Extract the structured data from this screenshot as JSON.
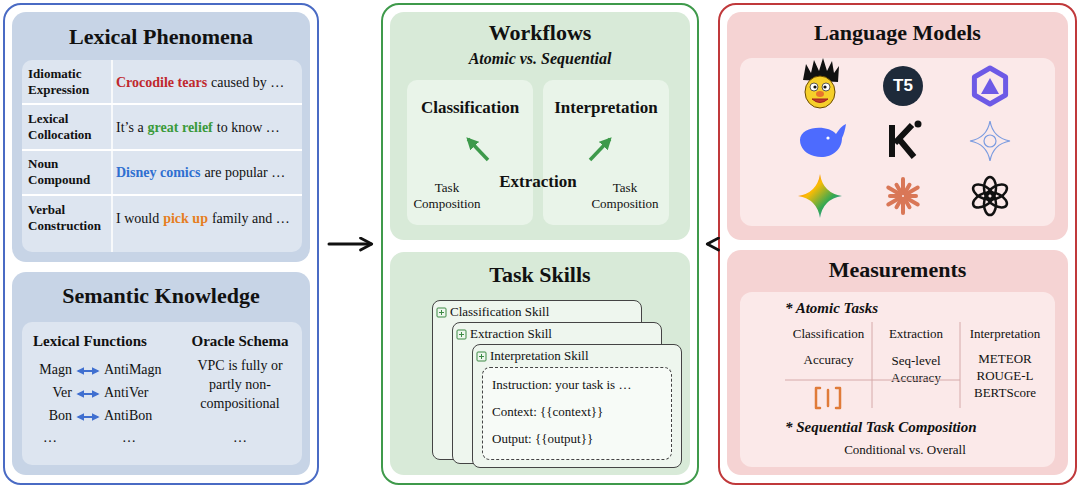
{
  "diagram": {
    "nodes": [
      {
        "text": []
      },
      {
        "text": [
          "Lexical Phenomena"
        ],
        "in": 0
      },
      {
        "text": [
          "Idiomatic Expression",
          "Crocodile tears",
          "caused by …",
          "Lexical Collocation",
          "It’s a",
          "great relief",
          "to know …",
          "Noun Compound",
          "Disney comics",
          "are popular …",
          "Verbal Construction",
          "I would",
          "pick up",
          "family and …"
        ],
        "in": 1
      },
      {
        "text": [
          "Semantic Knowledge"
        ],
        "in": 0
      },
      {
        "text": [
          "Lexical Functions",
          "Oracle Schema",
          "Magn",
          "AntiMagn",
          "Ver",
          "AntiVer",
          "Bon",
          "AntiBon",
          "…",
          "…",
          "VPC is fully or partly non-compositional",
          "…"
        ],
        "in": 3
      },
      {
        "text": []
      },
      {
        "text": [
          "Workflows",
          "Atomic vs. Sequential",
          "Extraction"
        ],
        "in": 5
      },
      {
        "text": [
          "Classification",
          "Task Composition"
        ],
        "in": 6
      },
      {
        "text": [
          "Interpretation",
          "Task Composition"
        ],
        "in": 6
      },
      {
        "text": [
          "Task Skills"
        ],
        "in": 5
      },
      {
        "text": [
          "Classification Skill"
        ],
        "in": 9
      },
      {
        "text": [
          "Extraction Skill"
        ],
        "in": 9
      },
      {
        "text": [
          "Interpretation Skill"
        ],
        "in": 9
      },
      {
        "text": [
          "Instruction: your task is …",
          "Context: {{context}}",
          "Output: {{output}}"
        ],
        "in": 12
      },
      {
        "text": []
      },
      {
        "text": [
          "Language Models"
        ],
        "in": 14
      },
      {
        "text": [
          "T5"
        ],
        "in": 15
      },
      {
        "text": [
          "Measurements"
        ],
        "in": 14
      },
      {
        "text": [
          "* Atomic Tasks",
          "Classification",
          "Extraction",
          "Interpretation",
          "Accuracy",
          "Seq-level Accuracy",
          "METEOR ROUGE-L BERTScore",
          "* Sequential Task Composition",
          "Conditional vs. Overall"
        ],
        "in": 17
      }
    ],
    "edges": [
      {
        "from": 0,
        "to": 5,
        "arrow": "to"
      },
      {
        "from": 5,
        "to": 14,
        "arrow": "to"
      }
    ]
  }
}
